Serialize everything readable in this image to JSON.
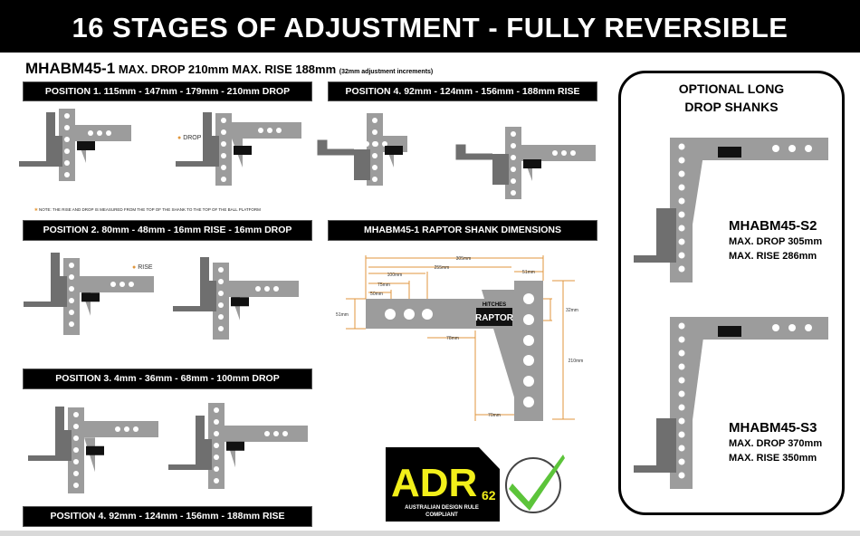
{
  "title": "16 STAGES OF ADJUSTMENT - FULLY REVERSIBLE",
  "subheading": {
    "model": "MHABM45-1",
    "specs": "MAX. DROP 210mm MAX. RISE 188mm",
    "increments": "(32mm adjustment increments)"
  },
  "positions": [
    {
      "label": "POSITION 1.  115mm - 147mm - 179mm - 210mm DROP",
      "annotation": "DROP"
    },
    {
      "label": "POSITION 4.  92mm - 124mm - 156mm - 188mm RISE"
    },
    {
      "label": "POSITION 2.  80mm - 48mm - 16mm RISE - 16mm DROP",
      "annotation": "RISE"
    },
    {
      "label": "POSITION 3.  4mm - 36mm - 68mm - 100mm DROP"
    },
    {
      "label": "POSITION 4.  92mm - 124mm - 156mm - 188mm RISE"
    }
  ],
  "note": "NOTE: THE RISE AND DROP IS MEASURED FROM THE TOP OF THE SHANK TO THE TOP OF THE BALL PLATFORM",
  "dimensions": {
    "title": "MHABM45-1    RAPTOR SHANK DIMENSIONS",
    "labels": [
      "305mm",
      "255mm",
      "51mm",
      "100mm",
      "75mm",
      "50mm",
      "51mm",
      "78mm",
      "32mm",
      "210mm",
      "70mm"
    ]
  },
  "brand": {
    "top": "HITCHES",
    "name": "RAPTOR"
  },
  "adr": {
    "text": "ADR",
    "number": "62",
    "line1": "AUSTRALIAN DESIGN RULE",
    "line2": "COMPLIANT",
    "colors": {
      "yellow": "#f2ef1a",
      "check": "#5cc43a"
    }
  },
  "optional": {
    "title_line1": "OPTIONAL LONG",
    "title_line2": "DROP SHANKS",
    "items": [
      {
        "model": "MHABM45-S2",
        "drop": "MAX. DROP 305mm",
        "rise": "MAX. RISE 286mm"
      },
      {
        "model": "MHABM45-S3",
        "drop": "MAX. DROP 370mm",
        "rise": "MAX. RISE 350mm"
      }
    ]
  },
  "colors": {
    "shank": "#9c9c9c",
    "shank_dark": "#6f6f6f",
    "dimension": "#e0963c"
  }
}
